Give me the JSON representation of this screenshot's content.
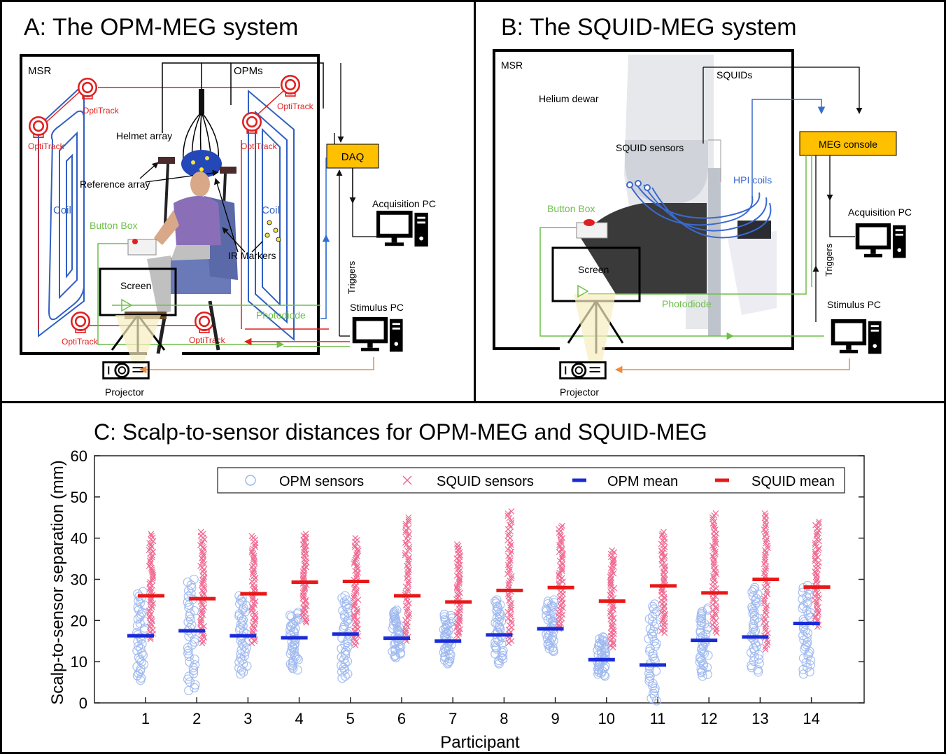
{
  "panel_a": {
    "title": "A: The OPM-MEG system",
    "msr": "MSR",
    "opms": "OPMs",
    "optitrack": "OptiTrack",
    "helmet_array": "Helmet array",
    "reference_array": "Reference array",
    "coil": "Coil",
    "button_box": "Button Box",
    "ir_markers": "IR Markers",
    "screen": "Screen",
    "photodiode": "Photodiode",
    "daq": "DAQ",
    "acquisition_pc": "Acquisition PC",
    "stimulus_pc": "Stimulus PC",
    "triggers": "Triggers",
    "projector": "Projector"
  },
  "panel_b": {
    "title": "B: The SQUID-MEG system",
    "msr": "MSR",
    "squids": "SQUIDs",
    "helium_dewar": "Helium dewar",
    "squid_sensors": "SQUID sensors",
    "hpi_coils": "HPI coils",
    "button_box": "Button Box",
    "screen": "Screen",
    "photodiode": "Photodiode",
    "meg_console": "MEG console",
    "acquisition_pc": "Acquisition PC",
    "stimulus_pc": "Stimulus PC",
    "triggers": "Triggers",
    "projector": "Projector"
  },
  "colors": {
    "opm_marker": "#9db8f0",
    "squid_marker": "#f06a92",
    "opm_mean": "#1a2bd6",
    "squid_mean": "#e81818",
    "daq_fill": "#ffc000",
    "coil_blue": "#2f5fc4",
    "optitrack_red": "#e02020",
    "green_line": "#6fbf4a",
    "orange_line": "#f08a3c"
  },
  "chart_data": {
    "type": "scatter",
    "title": "C: Scalp-to-sensor distances for OPM-MEG and SQUID-MEG",
    "xlabel": "Participant",
    "ylabel": "Scalp-to-sensor separation (mm)",
    "ylim": [
      0,
      60
    ],
    "yticks": [
      0,
      10,
      20,
      30,
      40,
      50,
      60
    ],
    "categories": [
      "1",
      "2",
      "3",
      "4",
      "5",
      "6",
      "7",
      "8",
      "9",
      "10",
      "11",
      "12",
      "13",
      "14"
    ],
    "legend": [
      "OPM sensors",
      "SQUID sensors",
      "OPM mean",
      "SQUID mean"
    ],
    "legend_position": "top",
    "grid": false,
    "series": [
      {
        "name": "OPM sensors",
        "min": [
          5.5,
          3,
          7,
          8,
          6,
          11,
          9.5,
          9.5,
          12.5,
          6.5,
          0.5,
          6.5,
          7.5,
          7
        ],
        "max": [
          27,
          30,
          26,
          22,
          26,
          22.5,
          21.5,
          25,
          25,
          16,
          24,
          23,
          28,
          28.5
        ]
      },
      {
        "name": "SQUID sensors",
        "min": [
          15.5,
          14.5,
          14.5,
          19.5,
          14,
          15,
          16,
          14.5,
          18,
          13.5,
          17,
          17,
          13,
          18.5
        ],
        "max": [
          41,
          41.5,
          40.5,
          41,
          40,
          45,
          38.5,
          46.5,
          43,
          37,
          41.5,
          46,
          46,
          44
        ]
      },
      {
        "name": "OPM mean",
        "values": [
          16.3,
          17.5,
          16.3,
          15.8,
          16.7,
          15.7,
          15,
          16.5,
          18,
          10.5,
          9.2,
          15.2,
          16,
          19.3
        ]
      },
      {
        "name": "SQUID mean",
        "values": [
          26,
          25.3,
          26.5,
          29.3,
          29.5,
          26,
          24.5,
          27.3,
          28,
          24.7,
          28.4,
          26.7,
          30,
          28.1
        ]
      }
    ]
  }
}
